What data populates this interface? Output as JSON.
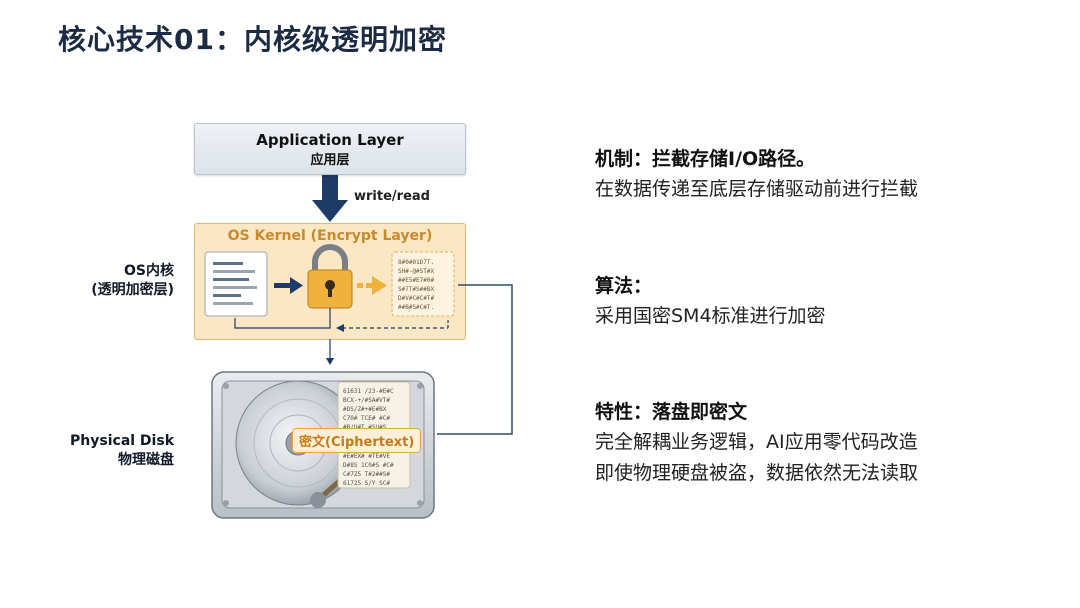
{
  "title": "核心技术01：内核级透明加密",
  "diagram": {
    "app_layer_en": "Application Layer",
    "app_layer_zh": "应用层",
    "arrow_label": "write/read",
    "kernel_title": "OS Kernel (Encrypt Layer)",
    "kernel_side_label_1": "OS内核",
    "kernel_side_label_2": "(透明加密层)",
    "disk_side_label_1": "Physical Disk",
    "disk_side_label_2": "物理磁盘",
    "ciphertext_label": "密文(Ciphertext)"
  },
  "points": [
    {
      "head": "机制：拦截存储I/O路径。",
      "lines": [
        "在数据传递至底层存储驱动前进行拦截"
      ]
    },
    {
      "head": "算法：",
      "lines": [
        "采用国密SM4标准进行加密"
      ]
    },
    {
      "head": "特性：落盘即密文",
      "lines": [
        "完全解耦业务逻辑，AI应用零代码改造",
        "即使物理硬盘被盗，数据依然无法读取"
      ]
    }
  ],
  "colors": {
    "title": "#1c2b44",
    "kernel_fill": "#fbe7c4",
    "accent_orange": "#e6a23c",
    "arrow_navy": "#1e3a66",
    "connector": "#2e4a6e"
  }
}
